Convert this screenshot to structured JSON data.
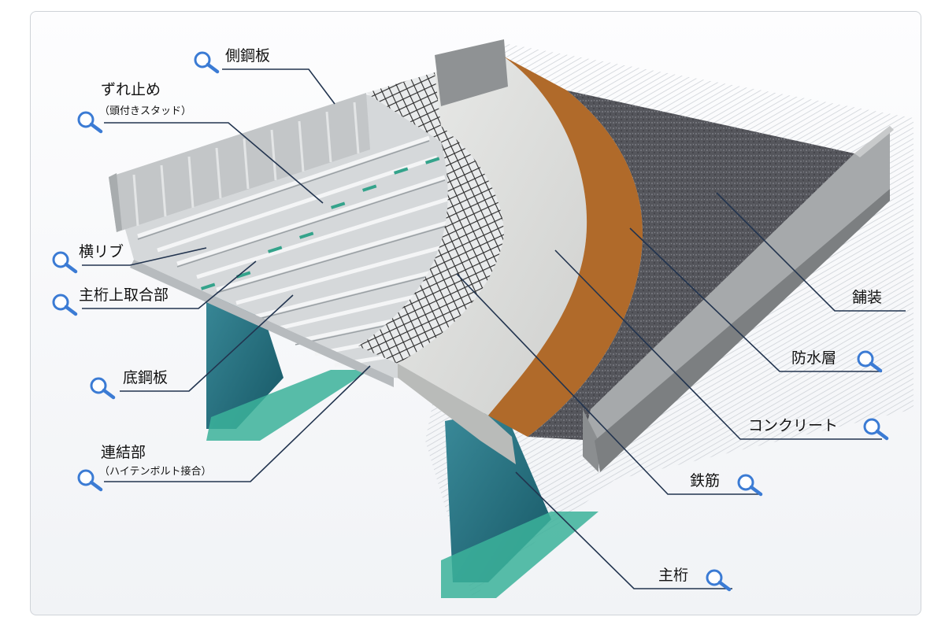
{
  "diagram": {
    "colors": {
      "steel": "#c9ccce",
      "girder": "#2a7585",
      "concrete": "#dcdddb",
      "waterproof": "#b06a2a",
      "paving": "#55565c",
      "leader": "#22344f",
      "magnifier": "#3b7bd4"
    },
    "labels": {
      "side_plate": "側鋼板",
      "stud": "ずれ止め",
      "stud_sub": "（頭付きスタッド）",
      "rib": "横リブ",
      "girder_joint": "主桁上取合部",
      "bottom_plate": "底鋼板",
      "connection": "連結部",
      "connection_sub": "（ハイテンボルト接合）",
      "paving": "舗装",
      "waterproof": "防水層",
      "concrete": "コンクリート",
      "rebar": "鉄筋",
      "main_girder": "主桁"
    },
    "magnifier_icon": "magnifier-icon"
  }
}
